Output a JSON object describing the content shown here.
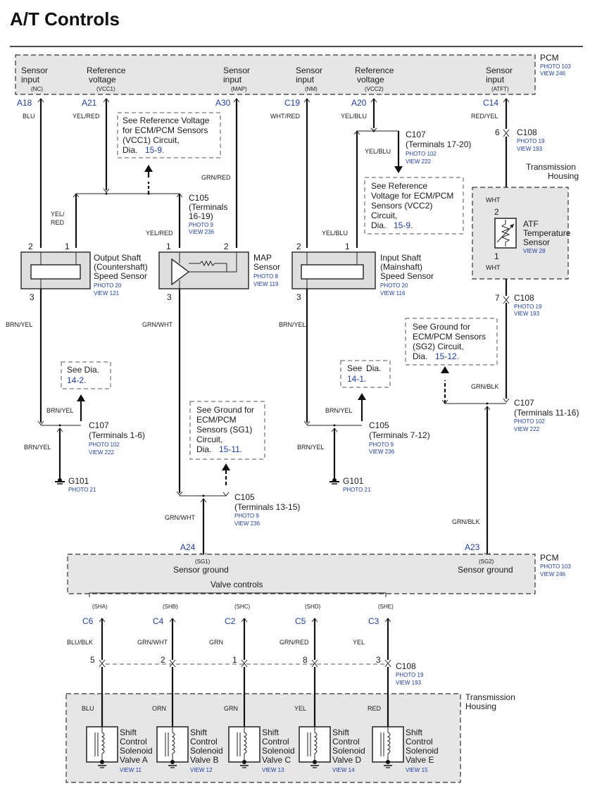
{
  "title": "A/T Controls",
  "pcm_top": {
    "name": "PCM",
    "photo": "PHOTO 103",
    "view": "VIEW 246",
    "inputs": [
      {
        "label1": "Sensor",
        "label2": "input",
        "signal": "(NC)",
        "pin": "A18",
        "wire": "BLU"
      },
      {
        "label1": "Reference",
        "label2": "voltage",
        "signal": "(VCC1)",
        "pin": "A21",
        "wire": "YEL/RED"
      },
      {
        "label1": "Sensor",
        "label2": "input",
        "signal": "(MAP)",
        "pin": "A30",
        "wire": "GRN/RED"
      },
      {
        "label1": "Sensor",
        "label2": "input",
        "signal": "(NM)",
        "pin": "C19",
        "wire": "WHT/RED"
      },
      {
        "label1": "Reference",
        "label2": "voltage",
        "signal": "(VCC2)",
        "pin": "A20",
        "wire": "YEL/BLU"
      },
      {
        "label1": "Sensor",
        "label2": "input",
        "signal": "(ATFT)",
        "pin": "C14",
        "wire": "RED/YEL"
      }
    ]
  },
  "notes": {
    "vcc1": [
      "See Reference Voltage",
      "for ECM/PCM Sensors",
      "(VCC1) Circuit,",
      "Dia.",
      "15-9."
    ],
    "vcc2": [
      "See Reference",
      "Voltage for ECM/PCM",
      "Sensors (VCC2)",
      "Circuit,",
      "Dia.",
      "15-9."
    ],
    "sg1": [
      "See Ground for",
      "ECM/PCM",
      "Sensors (SG1)",
      "Circuit,",
      "Dia.",
      "15-11."
    ],
    "sg2": [
      "See Ground for",
      "ECM/PCM Sensors",
      "(SG2) Circuit,",
      "Dia.",
      "15-12."
    ],
    "dia_left": [
      "See Dia.",
      "14-2."
    ],
    "dia_right": [
      "See",
      "Dia.",
      "14-1."
    ]
  },
  "connectors": {
    "c105_16_19": [
      "C105",
      "(Terminals",
      "16-19)",
      "PHOTO 9",
      "VIEW 236"
    ],
    "c107_17_20": [
      "C107",
      "(Terminals 17-20)",
      "PHOTO 102",
      "VIEW 222"
    ],
    "c108_top": [
      "C108",
      "PHOTO 19",
      "VIEW 193"
    ],
    "c108_mid": [
      "C108",
      "PHOTO 19",
      "VIEW 193"
    ],
    "c107_1_6": [
      "C107",
      "(Terminals 1-6)",
      "PHOTO 102",
      "VIEW 222"
    ],
    "c105_7_12": [
      "C105",
      "(Terminals 7-12)",
      "PHOTO 9",
      "VIEW 236"
    ],
    "c107_11_16": [
      "C107",
      "(Terminals 11-16)",
      "PHOTO 102",
      "VIEW 222"
    ],
    "c105_13_15": [
      "C105",
      "(Terminals 13-15)",
      "PHOTO 9",
      "VIEW 236"
    ],
    "c108_bottom": [
      "C108",
      "PHOTO 19",
      "VIEW 193"
    ]
  },
  "sensors": {
    "output_shaft": [
      "Output Shaft",
      "(Countershaft)",
      "Speed Sensor",
      "PHOTO 20",
      "VIEW 121"
    ],
    "map": [
      "MAP",
      "Sensor",
      "PHOTO 8",
      "VIEW 119"
    ],
    "input_shaft": [
      "Input Shaft",
      "(Mainshaft)",
      "Speed Sensor",
      "PHOTO 20",
      "VIEW 116"
    ],
    "atf": [
      "ATF",
      "Temperature",
      "Sensor",
      "VIEW 28"
    ]
  },
  "trans_housing": [
    "Transmission",
    "Housing"
  ],
  "grounds": {
    "left": [
      "G101",
      "PHOTO 21"
    ],
    "right": [
      "G101",
      "PHOTO 21"
    ]
  },
  "wires": {
    "yel_red_a": "YEL/ RED",
    "yel_red_b": "YEL/RED",
    "yel_blu_a": "YEL/BLU",
    "yel_blu_b": "YEL/BLU",
    "wht": "WHT",
    "brn_yel": "BRN/YEL",
    "grn_wht": "GRN/WHT",
    "grn_blk": "GRN/BLK"
  },
  "pins": {
    "sensor_pin_labels": [
      "2",
      "1",
      "3",
      "1",
      "2",
      "3",
      "2",
      "1",
      "3",
      "2",
      "1"
    ],
    "c108_a": "6",
    "c108_b": "7"
  },
  "pcm_bottom": {
    "name": "PCM",
    "photo": "PHOTO 103",
    "view": "VIEW 246",
    "sg1_pin": "A24",
    "sg1_signal": "(SG1)",
    "sg1_label": "Sensor ground",
    "sg2_pin": "A23",
    "sg2_signal": "(SG2)",
    "sg2_label": "Sensor ground",
    "valve_controls": "Valve controls"
  },
  "valves": [
    {
      "signal": "(SHA)",
      "pin": "C6",
      "wire": "BLU/BLK",
      "c108_pin": "5",
      "wire2": "BLU",
      "name": [
        "Shift",
        "Control",
        "Solenoid",
        "Valve A"
      ],
      "view": "VIEW 11"
    },
    {
      "signal": "(SHB)",
      "pin": "C4",
      "wire": "GRN/WHT",
      "c108_pin": "2",
      "wire2": "ORN",
      "name": [
        "Shift",
        "Control",
        "Solenoid",
        "Valve B"
      ],
      "view": "VIEW 12"
    },
    {
      "signal": "(SHC)",
      "pin": "C2",
      "wire": "GRN",
      "c108_pin": "1",
      "wire2": "GRN",
      "name": [
        "Shift",
        "Control",
        "Solenoid",
        "Valve C"
      ],
      "view": "VIEW 13"
    },
    {
      "signal": "(SHD)",
      "pin": "C5",
      "wire": "GRN/RED",
      "c108_pin": "8",
      "wire2": "YEL",
      "name": [
        "Shift",
        "Control",
        "Solenoid",
        "Valve D"
      ],
      "view": "VIEW 14"
    },
    {
      "signal": "(SHE)",
      "pin": "C3",
      "wire": "YEL",
      "c108_pin": "3",
      "wire2": "RED",
      "name": [
        "Shift",
        "Control",
        "Solenoid",
        "Valve E"
      ],
      "view": "VIEW 15"
    }
  ]
}
